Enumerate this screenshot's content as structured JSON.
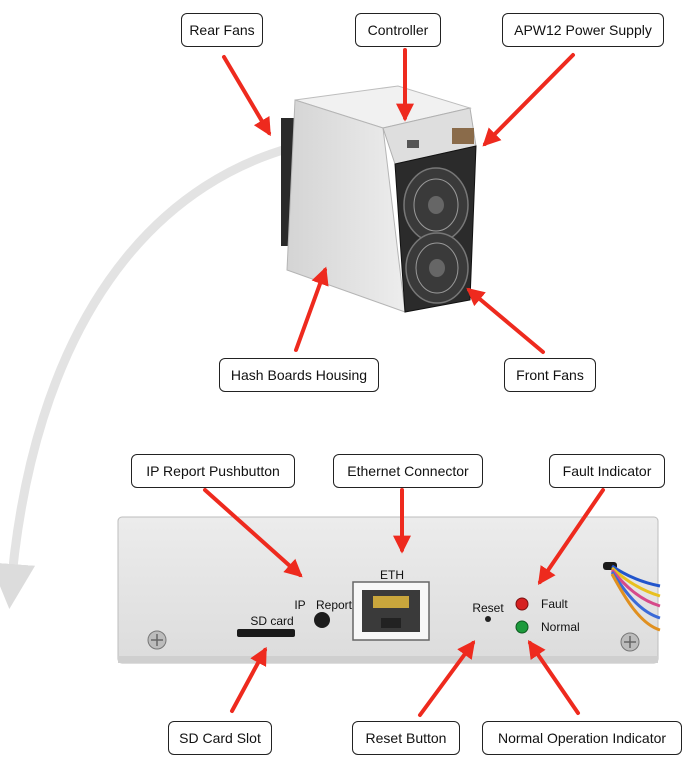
{
  "callouts": {
    "rear_fans": "Rear Fans",
    "controller": "Controller",
    "apw12": "APW12 Power Supply",
    "hash_boards": "Hash Boards Housing",
    "front_fans": "Front Fans",
    "ip_report_button": "IP Report Pushbutton",
    "ethernet": "Ethernet Connector",
    "fault": "Fault Indicator",
    "sd_slot": "SD Card Slot",
    "reset_button": "Reset Button",
    "normal": "Normal Operation Indicator"
  },
  "panel": {
    "eth": "ETH",
    "ip": "IP",
    "report": "Report",
    "reset": "Reset",
    "fault": "Fault",
    "normal": "Normal",
    "sd_card": "SD card"
  },
  "colors": {
    "arrow": "#ee2a1e",
    "fault_led": "#d62020",
    "normal_led": "#1c9a3c",
    "panel": "#e6e6e6"
  }
}
